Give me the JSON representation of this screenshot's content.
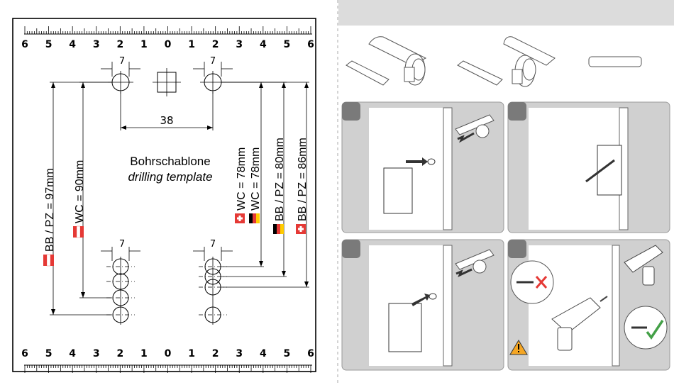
{
  "template": {
    "ruler_top_numbers": [
      "6",
      "5",
      "4",
      "3",
      "2",
      "1",
      "0",
      "1",
      "2",
      "3",
      "4",
      "5",
      "6"
    ],
    "ruler_bottom_numbers": [
      "6",
      "5",
      "4",
      "3",
      "2",
      "1",
      "0",
      "1",
      "2",
      "3",
      "4",
      "5",
      "6"
    ],
    "dim_7": "7",
    "dim_38": "38",
    "title_line1": "Bohrschablone",
    "title_line2": "drilling template",
    "label_bb_pz_97": "BB / PZ = 97mm",
    "label_wc_90": "WC = 90mm",
    "label_wc_78_a": "WC = 78mm",
    "label_wc_78_b": "WC = 78mm",
    "label_bb_pz_80": "BB / PZ = 80mm",
    "label_bb_pz_86": "BB / PZ = 86mm"
  },
  "instructions": {
    "header_color": "#dcdcdc",
    "step_marker_color": "#7a7a7a",
    "warning_icon": "warning-triangle-icon",
    "check_icon": "checkmark-icon",
    "cross_icon": "cross-icon"
  }
}
